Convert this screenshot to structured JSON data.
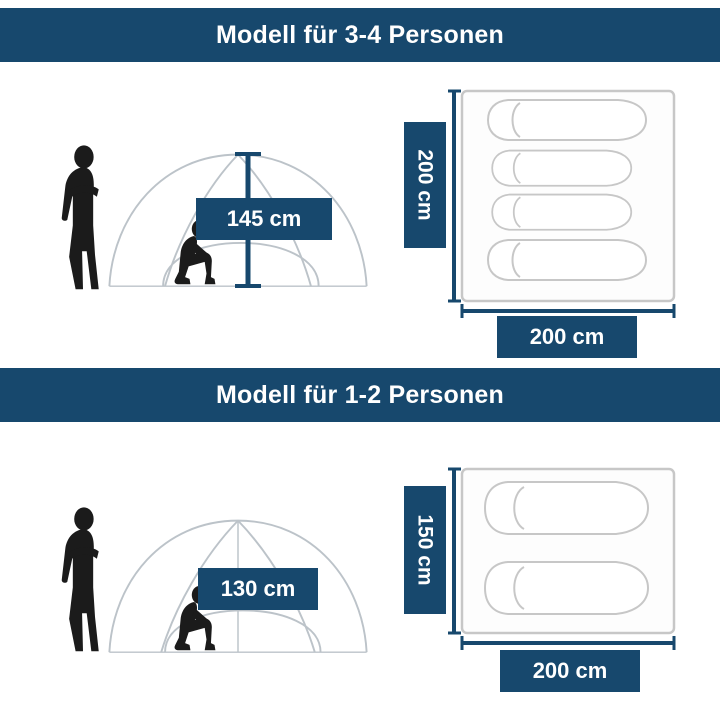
{
  "colors": {
    "navy": "#17486d",
    "diagram_gray": "#c7c7c7",
    "tent_gray": "#bcc3c9",
    "silhouette_black": "#1b1b1b",
    "text_white": "#ffffff"
  },
  "sections": [
    {
      "title": "Modell für 3-4 Personen",
      "tent_height_label": "145 cm",
      "floor_depth_label": "200 cm",
      "floor_width_label": "200 cm",
      "sleeping_bag_count": 4
    },
    {
      "title": "Modell für 1-2 Personen",
      "tent_height_label": "130 cm",
      "floor_depth_label": "150 cm",
      "floor_width_label": "200 cm",
      "sleeping_bag_count": 2
    }
  ]
}
